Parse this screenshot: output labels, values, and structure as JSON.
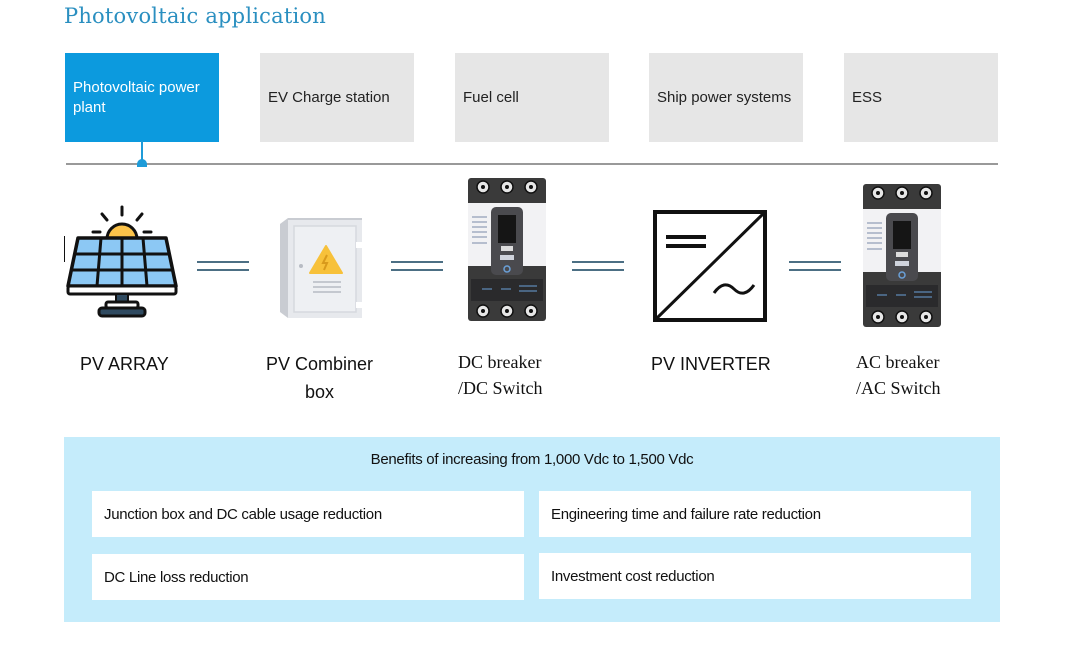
{
  "page": {
    "title": "Photovoltaic application"
  },
  "tabs": [
    {
      "label": "Photovoltaic power plant",
      "active": true
    },
    {
      "label": "EV Charge station",
      "active": false
    },
    {
      "label": "Fuel cell",
      "active": false
    },
    {
      "label": "Ship power systems",
      "active": false
    },
    {
      "label": "ESS",
      "active": false
    }
  ],
  "components": [
    {
      "icon": "solar-panel-icon",
      "label_line1": "PV ARRAY",
      "label_line2": ""
    },
    {
      "icon": "combiner-box-icon",
      "label_line1": "PV Combiner",
      "label_line2": "box"
    },
    {
      "icon": "dc-breaker-icon",
      "label_line1": "DC breaker",
      "label_line2": "/DC Switch"
    },
    {
      "icon": "inverter-icon",
      "label_line1": "PV INVERTER",
      "label_line2": ""
    },
    {
      "icon": "ac-breaker-icon",
      "label_line1": "AC breaker",
      "label_line2": "/AC Switch"
    }
  ],
  "benefits": {
    "title": "Benefits of increasing from 1,000 Vdc to 1,500 Vdc",
    "items": [
      "Junction box and DC cable usage reduction",
      "Engineering time and failure rate reduction",
      "DC Line loss reduction",
      "Investment cost reduction"
    ]
  },
  "colors": {
    "title": "#2a8fc0",
    "active_tab": "#0c9ade",
    "inactive_tab": "#e6e6e6",
    "benefits_bg": "#c5ecfb"
  }
}
